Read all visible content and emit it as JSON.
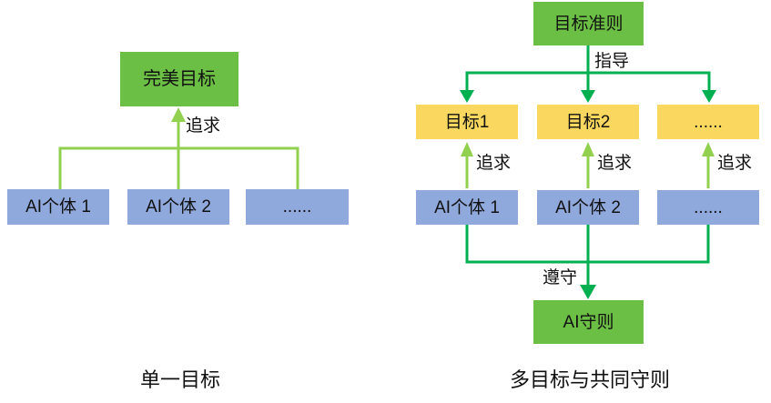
{
  "colors": {
    "green_box": "#6CBF45",
    "yellow_box": "#FAD860",
    "blue_box": "#8FA9DC",
    "light_green": "#92D050",
    "dark_green": "#00B050"
  },
  "left": {
    "goal_label": "完美目标",
    "pursue_label": "追求",
    "agents": [
      "AI个体 1",
      "AI个体 2",
      "......"
    ],
    "caption": "单一目标"
  },
  "right": {
    "principle_label": "目标准则",
    "guide_label": "指导",
    "goals": [
      "目标1",
      "目标2",
      "......"
    ],
    "pursue_labels": [
      "追求",
      "追求",
      "追求"
    ],
    "agents": [
      "AI个体 1",
      "AI个体 2",
      "......"
    ],
    "obey_label": "遵守",
    "rules_label": "AI守则",
    "caption": "多目标与共同守则"
  }
}
